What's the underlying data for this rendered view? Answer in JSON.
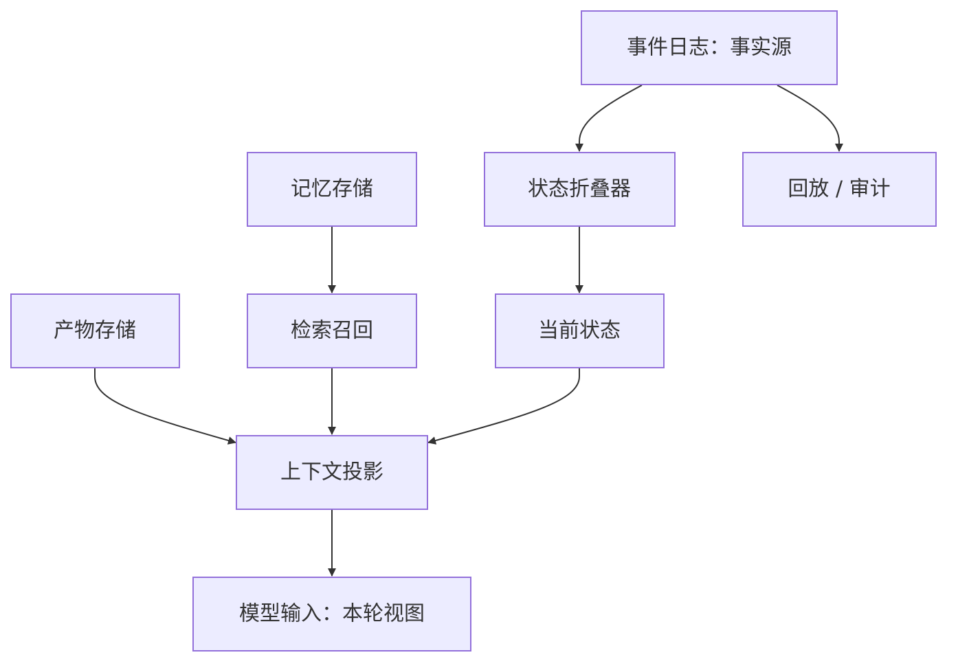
{
  "diagram": {
    "type": "flowchart",
    "nodes": [
      {
        "id": "event_log",
        "label": "事件日志：事实源"
      },
      {
        "id": "memory_store",
        "label": "记忆存储"
      },
      {
        "id": "state_folder",
        "label": "状态折叠器"
      },
      {
        "id": "replay_audit",
        "label": "回放 / 审计"
      },
      {
        "id": "artifact_store",
        "label": "产物存储"
      },
      {
        "id": "retrieval",
        "label": "检索召回"
      },
      {
        "id": "current_state",
        "label": "当前状态"
      },
      {
        "id": "context_projection",
        "label": "上下文投影"
      },
      {
        "id": "model_input",
        "label": "模型输入：本轮视图"
      }
    ],
    "edges": [
      {
        "from": "event_log",
        "to": "state_folder"
      },
      {
        "from": "event_log",
        "to": "replay_audit"
      },
      {
        "from": "memory_store",
        "to": "retrieval"
      },
      {
        "from": "state_folder",
        "to": "current_state"
      },
      {
        "from": "artifact_store",
        "to": "context_projection"
      },
      {
        "from": "retrieval",
        "to": "context_projection"
      },
      {
        "from": "current_state",
        "to": "context_projection"
      },
      {
        "from": "context_projection",
        "to": "model_input"
      }
    ]
  },
  "colors": {
    "node_fill": "#ececff",
    "node_stroke": "#9370db",
    "edge": "#333333",
    "text": "#333333"
  }
}
